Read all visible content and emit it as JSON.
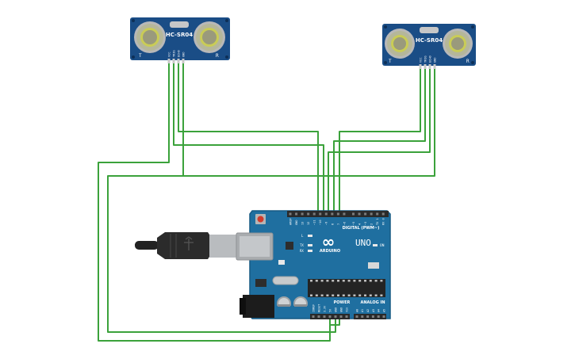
{
  "colors": {
    "board": "#1f6fa0",
    "board_edge": "#175a84",
    "wire": "#3ba23b",
    "header": "#2a2a2a",
    "sensor_board": "#1a4d86",
    "transducer": "#b5b79a",
    "usb_metal": "#b9bcbf"
  },
  "sensor_left": {
    "model": "HC-SR04",
    "mark_t": "T",
    "mark_r": "R",
    "pins": [
      "VCC",
      "TRIG",
      "ECHO",
      "GND"
    ]
  },
  "sensor_right": {
    "model": "HC-SR04",
    "mark_t": "T",
    "mark_r": "R",
    "pins": [
      "VCC",
      "TRIG",
      "ECHO",
      "GND"
    ]
  },
  "arduino": {
    "brand": "ARDUINO",
    "model": "UNO",
    "logo_symbol": "∞",
    "digital_label": "DIGITAL (PWM~)",
    "power_label": "POWER",
    "analog_label": "ANALOG IN",
    "on_label": "ON",
    "led_l": "L",
    "led_tx": "TX",
    "led_rx": "RX",
    "digital_pins": [
      "AREF",
      "GND",
      "13",
      "12",
      "~11",
      "~10",
      "~9",
      "8",
      "7",
      "~6",
      "~5",
      "4",
      "~3",
      "2",
      "TX 1",
      "RX 0"
    ],
    "power_pins": [
      "IOREF",
      "RESET",
      "3.3V",
      "5V",
      "GND",
      "GND",
      "Vin"
    ],
    "analog_pins": [
      "A0",
      "A1",
      "A2",
      "A3",
      "A4",
      "A5"
    ]
  }
}
